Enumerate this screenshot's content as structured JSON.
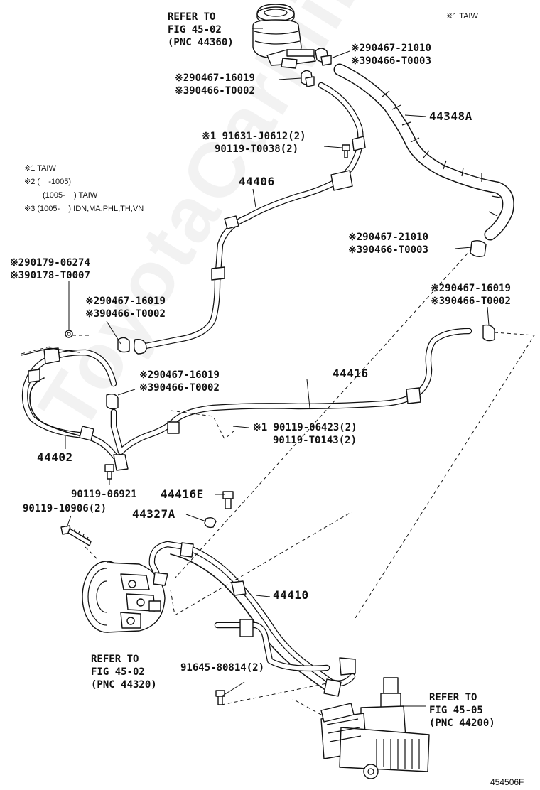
{
  "header_note": "※1 TAIW",
  "footer_code": "454506F",
  "watermark": "ToyotaCarMine.ru",
  "legend": {
    "line1": "※1 TAIW",
    "line2": "※2 (    -1005)",
    "line3": "(1005-    ) TAIW",
    "line4": "※3 (1005-    ) IDN,MA,PHL,TH,VN"
  },
  "refs": {
    "reservoir": {
      "line1": "REFER TO",
      "line2": "FIG 45-02",
      "line3": "(PNC 44360)"
    },
    "pump": {
      "line1": "REFER TO",
      "line2": "FIG 45-02",
      "line3": "(PNC 44320)"
    },
    "gear": {
      "line1": "REFER TO",
      "line2": "FIG 45-05",
      "line3": "(PNC 44200)"
    }
  },
  "parts": {
    "clamp_top_right": {
      "a": "※290467-21010",
      "b": "※390466-T0003"
    },
    "clamp_top_left": {
      "a": "※290467-16019",
      "b": "※390466-T0002"
    },
    "hose_44348a": "44348A",
    "bolt_top": {
      "a": "※1 91631-J0612(2)",
      "b": "90119-T0038(2)"
    },
    "hose_44406": "44406",
    "clamp_mid_right": {
      "a": "※290467-21010",
      "b": "※390466-T0003"
    },
    "clip_left": {
      "a": "※290179-06274",
      "b": "※390178-T0007"
    },
    "clamp_mid_left": {
      "a": "※290467-16019",
      "b": "※390466-T0002"
    },
    "clamp_far_right": {
      "a": "※290467-16019",
      "b": "※390466-T0002"
    },
    "hose_44416": "44416",
    "clamp_lower_left": {
      "a": "※290467-16019",
      "b": "※390466-T0002"
    },
    "bolt_mid": {
      "a": "※1 90119-06423(2)",
      "b": "90119-T0143(2)"
    },
    "tube_44402": "44402",
    "bolt_06921": "90119-06921",
    "union_44416e": "44416E",
    "bolt_10906": "90119-10906(2)",
    "gasket_44327a": "44327A",
    "tube_44410": "44410",
    "bolt_80814": "91645-80814(2)"
  }
}
